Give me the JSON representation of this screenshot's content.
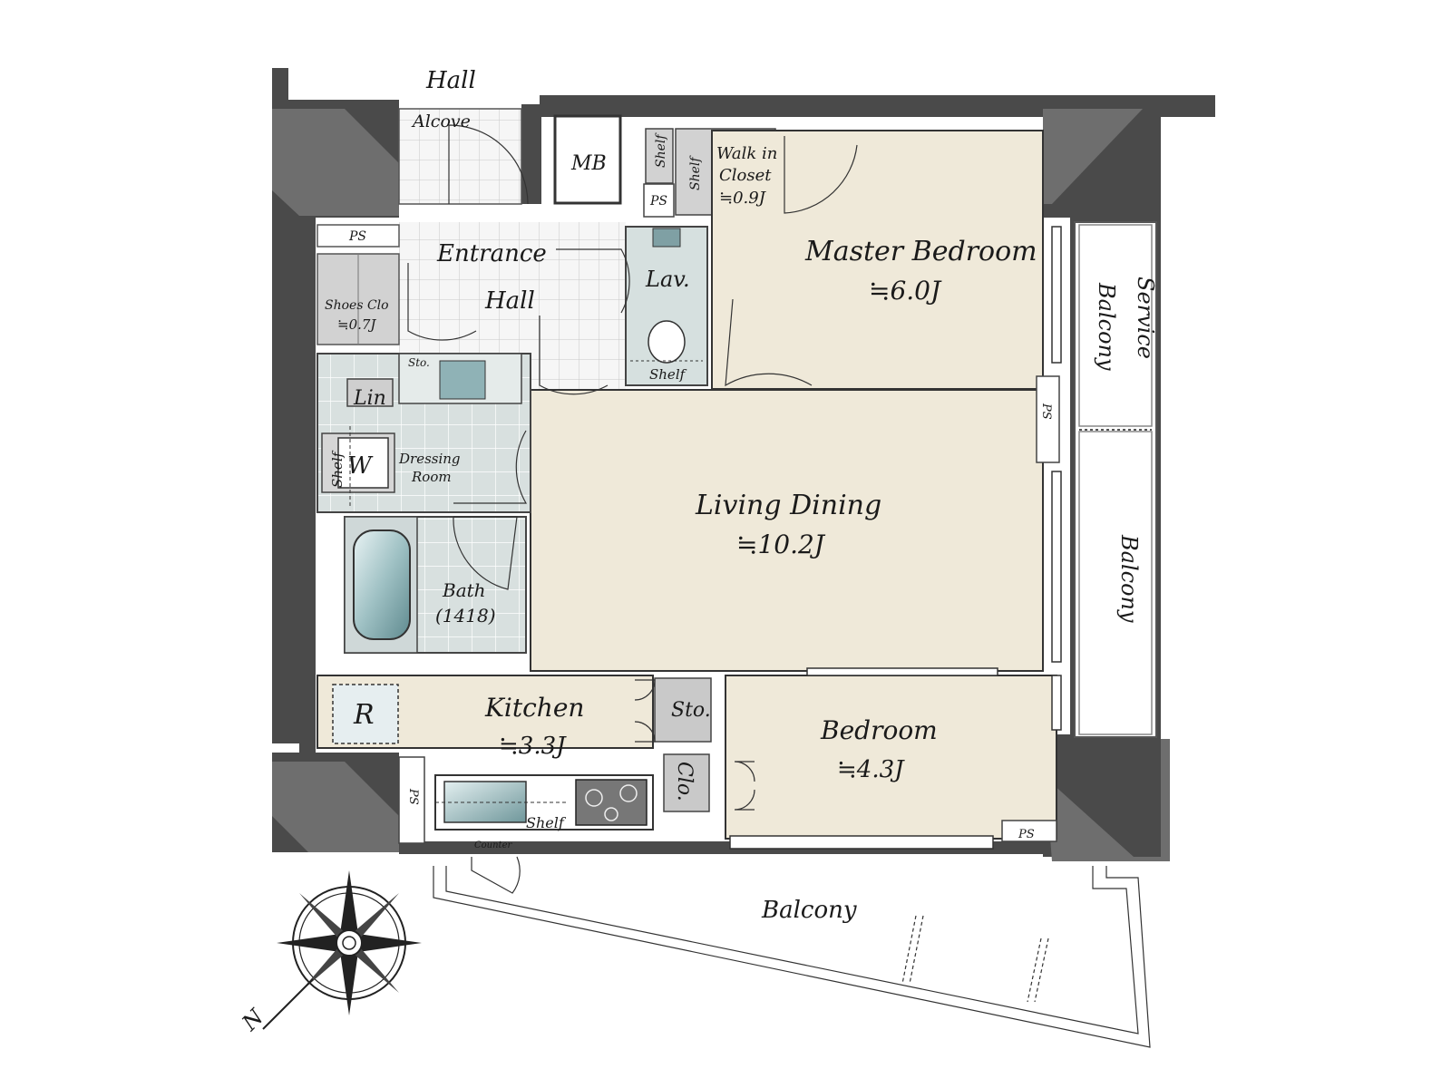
{
  "plan": {
    "rooms": {
      "hall": "Hall",
      "alcove": "Alcove",
      "mb": "MB",
      "walk_in_closet_line1": "Walk in",
      "walk_in_closet_line2": "Closet",
      "walk_in_closet_size": "≒0.9J",
      "shelf": "Shelf",
      "ps": "PS",
      "entrance_line1": "Entrance",
      "entrance_line2": "Hall",
      "shoes_clo": "Shoes  Clo",
      "shoes_clo_size": "≒0.7J",
      "lav": "Lav.",
      "master_bedroom": "Master Bedroom",
      "master_bedroom_size": "≒6.0J",
      "service_balcony_line1": "Service",
      "service_balcony_line2": "Balcony",
      "sto": "Sto.",
      "lin": "Lin",
      "w": "W",
      "dressing_line1": "Dressing",
      "dressing_line2": "Room",
      "living_dining": "Living Dining",
      "living_dining_size": "≒10.2J",
      "bath": "Bath",
      "bath_size": "(1418)",
      "balcony": "Balcony",
      "r": "R",
      "kitchen": "Kitchen",
      "kitchen_size": "≒3.3J",
      "clo": "Clo.",
      "bedroom": "Bedroom",
      "bedroom_size": "≒4.3J",
      "counter": "Counter",
      "north": "N"
    },
    "colors": {
      "wall": "#4a4a4a",
      "room": "#efe9d9",
      "wet_area": "#d6e0df",
      "fixture": "#8fb2b6"
    }
  }
}
